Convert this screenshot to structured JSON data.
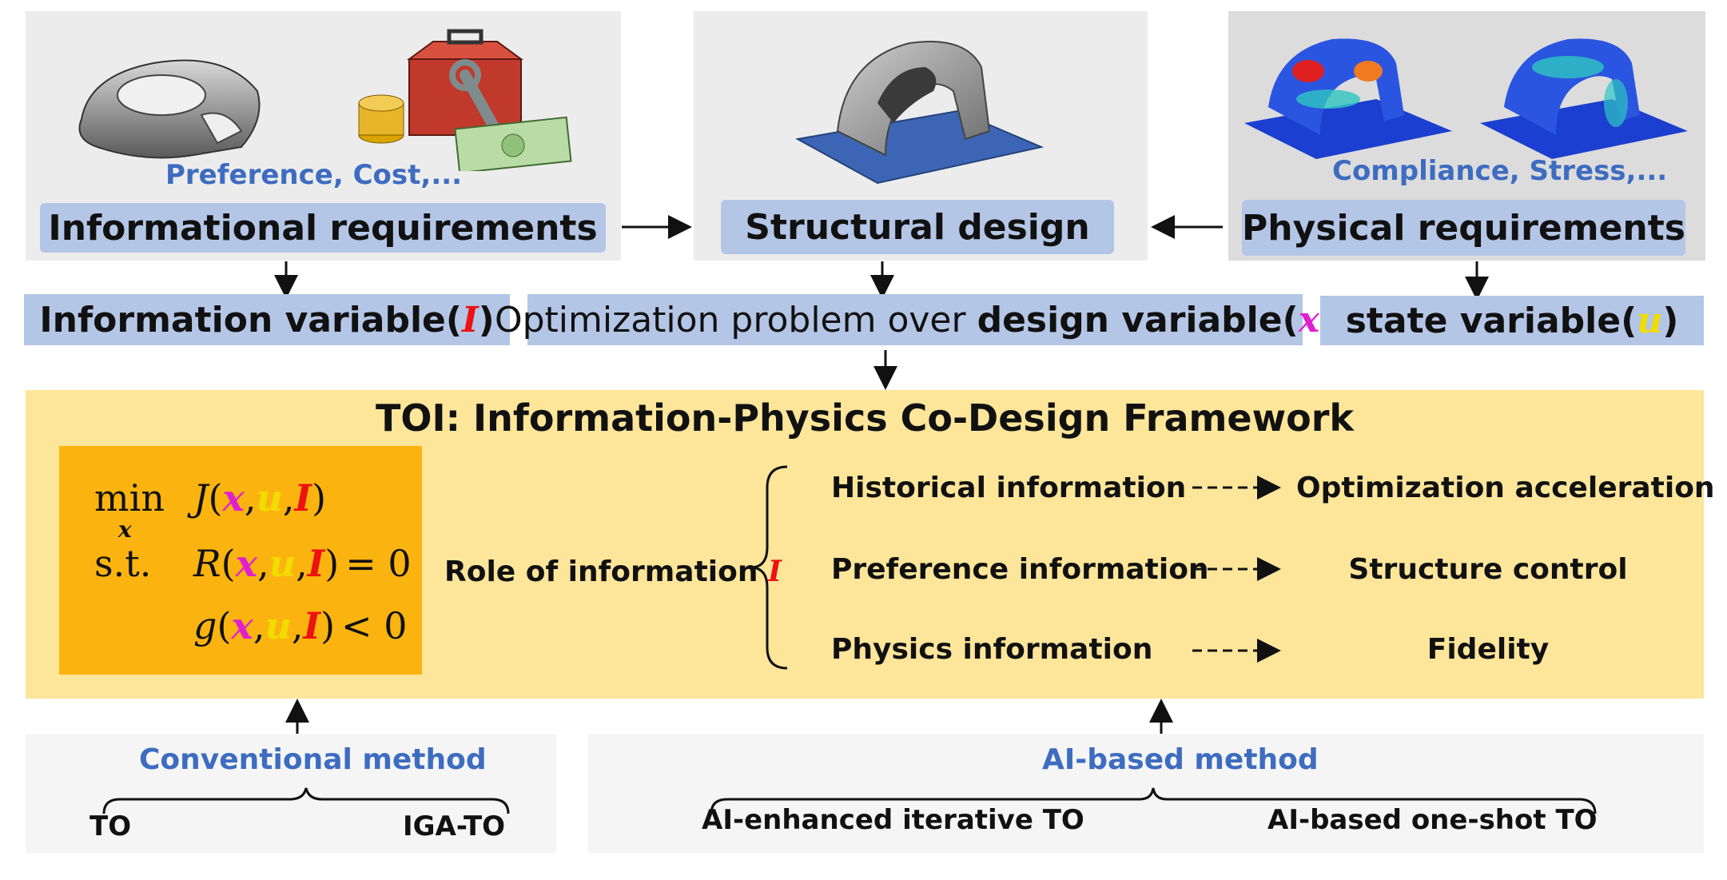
{
  "top": {
    "informational": {
      "subtitle": "Preference, Cost,...",
      "label": "Informational requirements"
    },
    "structural": {
      "label": "Structural design"
    },
    "physical": {
      "subtitle": "Compliance, Stress,...",
      "label": "Physical requirements"
    }
  },
  "variables": {
    "information": {
      "text": "Information variable(",
      "symbol": "I",
      "close": ")"
    },
    "optimization": {
      "prefix": "Optimization problem over ",
      "bold": "design variable(",
      "symbol": "x",
      "close": ")"
    },
    "state": {
      "text": "state variable(",
      "symbol": "u",
      "close": ")"
    }
  },
  "framework": {
    "title": "TOI: Information-Physics Co-Design Framework",
    "formula": {
      "min": "min",
      "min_sub": "x",
      "objective_fn": "J",
      "st": "s.t.",
      "constraint1_fn": "R",
      "constraint1_rel": "= 0",
      "constraint2_fn": "g",
      "constraint2_rel": "< 0",
      "sym_x": "x",
      "sym_u": "u",
      "sym_I": "I",
      "open": "(",
      "close": ")",
      "comma": ","
    },
    "role_label": "Role of information ",
    "role_symbol": "I",
    "rows": [
      {
        "source": "Historical information",
        "effect": "Optimization acceleration"
      },
      {
        "source": "Preference information",
        "effect": "Structure control"
      },
      {
        "source": "Physics information",
        "effect": "Fidelity"
      }
    ]
  },
  "methods": {
    "conventional": {
      "title": "Conventional method",
      "left": "TO",
      "right": "IGA-TO"
    },
    "ai": {
      "title": "AI-based method",
      "left": "AI-enhanced iterative TO",
      "right": "AI-based one-shot TO"
    }
  },
  "colors": {
    "label_bg": "#b4c6e6",
    "subtitle_blue": "#3d6cc0",
    "framework_bg": "#fde59a",
    "formula_bg": "#fbb40f",
    "symbol_I": "#e11111",
    "symbol_x": "#e020d0",
    "symbol_u": "#f2dc00"
  }
}
